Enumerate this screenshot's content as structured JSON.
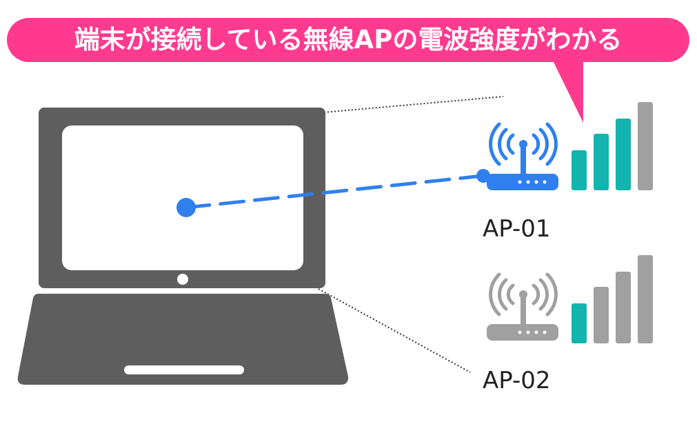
{
  "banner": {
    "text": "端末が接続している無線APの電波強度がわかる",
    "color": "#ff3a8f"
  },
  "devices": {
    "laptop_color": "#5e5e5e",
    "client_dot_color": "#2f80ed"
  },
  "access_points": [
    {
      "label": "AP-01",
      "connected": true,
      "router_color": "#2f80ed",
      "signal_bars_filled": 3,
      "signal_bars_total": 4
    },
    {
      "label": "AP-02",
      "connected": false,
      "router_color": "#a0a0a0",
      "signal_bars_filled": 1,
      "signal_bars_total": 4
    }
  ],
  "signal_colors": {
    "filled": "#13b3ae",
    "empty": "#a0a0a0"
  },
  "icons": [
    "laptop-icon",
    "wifi-router-icon",
    "signal-strength-icon"
  ]
}
